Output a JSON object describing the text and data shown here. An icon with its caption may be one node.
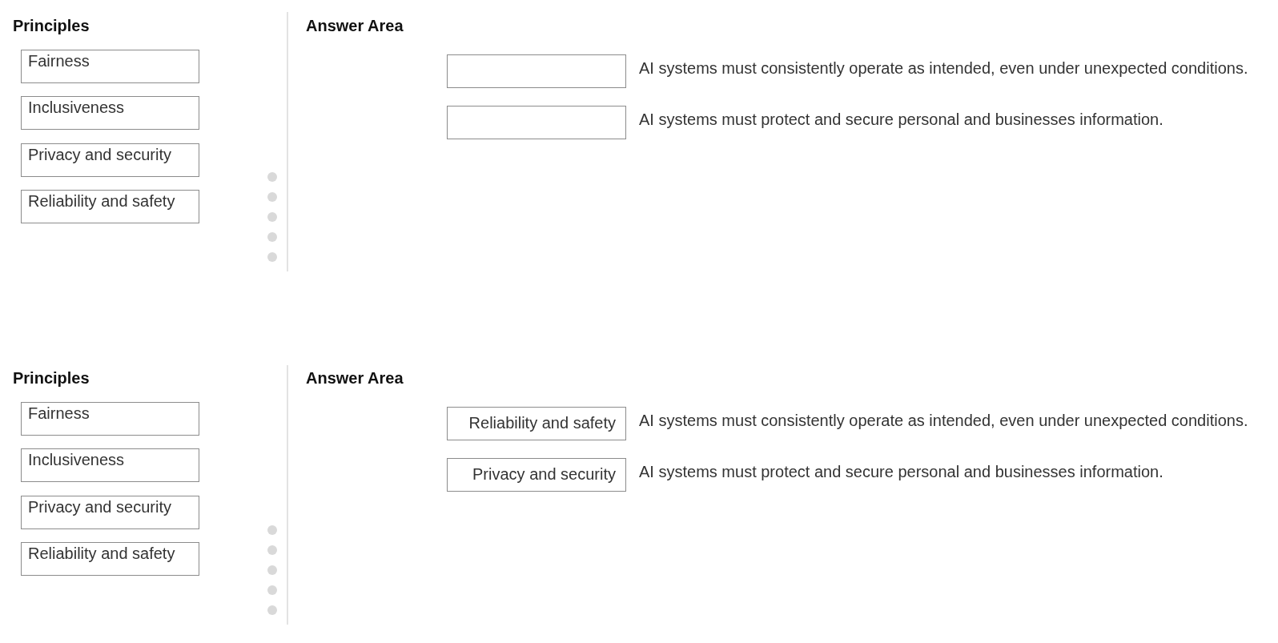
{
  "diagram": {
    "nodes": [
      {
        "text": [
          "Fairness"
        ]
      },
      {
        "text": [
          "Inclusiveness"
        ]
      },
      {
        "text": [
          "Privacy and security"
        ]
      },
      {
        "text": [
          "Reliability and safety"
        ]
      },
      {
        "text": [],
        "shape": "box",
        "beside": [
          "AI systems must consistently operate as intended, even under unexpected conditions."
        ]
      },
      {
        "text": [],
        "shape": "box",
        "beside": [
          "AI systems must protect and secure personal and businesses information."
        ]
      },
      {
        "text": [
          "Fairness"
        ]
      },
      {
        "text": [
          "Inclusiveness"
        ]
      },
      {
        "text": [
          "Privacy and security"
        ]
      },
      {
        "text": [
          "Reliability and safety"
        ]
      },
      {
        "text": [
          "Reliability and safety"
        ],
        "beside": [
          "AI systems must consistently operate as intended, even under unexpected conditions."
        ]
      },
      {
        "text": [
          "Privacy and security"
        ],
        "beside": [
          "AI systems must protect and secure personal and businesses information."
        ]
      }
    ],
    "labels": [
      "Principles",
      "Answer Area",
      "Principles",
      "Answer Area"
    ]
  }
}
